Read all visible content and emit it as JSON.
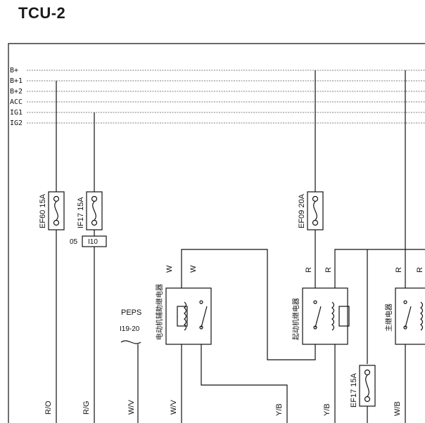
{
  "title": "TCU-2",
  "buses": [
    "B+",
    "B+1",
    "B+2",
    "ACC",
    "IG1",
    "IG2"
  ],
  "fuses": {
    "ef60": "EF60 15A",
    "if17": "IF17 15A",
    "ef09": "EF09 20A",
    "ef17": "EF17 15A"
  },
  "connector": {
    "pin": "05",
    "id": "I10"
  },
  "peps": {
    "name": "PEPS",
    "connector": "I19-20"
  },
  "relays": {
    "relay1": "电动机辅助继电器",
    "relay2": "起动机继电器",
    "relay3": "主继电器"
  },
  "wire_colors": {
    "w1": "W",
    "w2": "W",
    "r1": "R",
    "r2": "R",
    "r3": "R",
    "r4": "R",
    "ro": "R/O",
    "rg": "R/G",
    "wv1": "W/V",
    "wv2": "W/V",
    "yb1": "Y/B",
    "yb2": "Y/B",
    "wb": "W/B"
  }
}
